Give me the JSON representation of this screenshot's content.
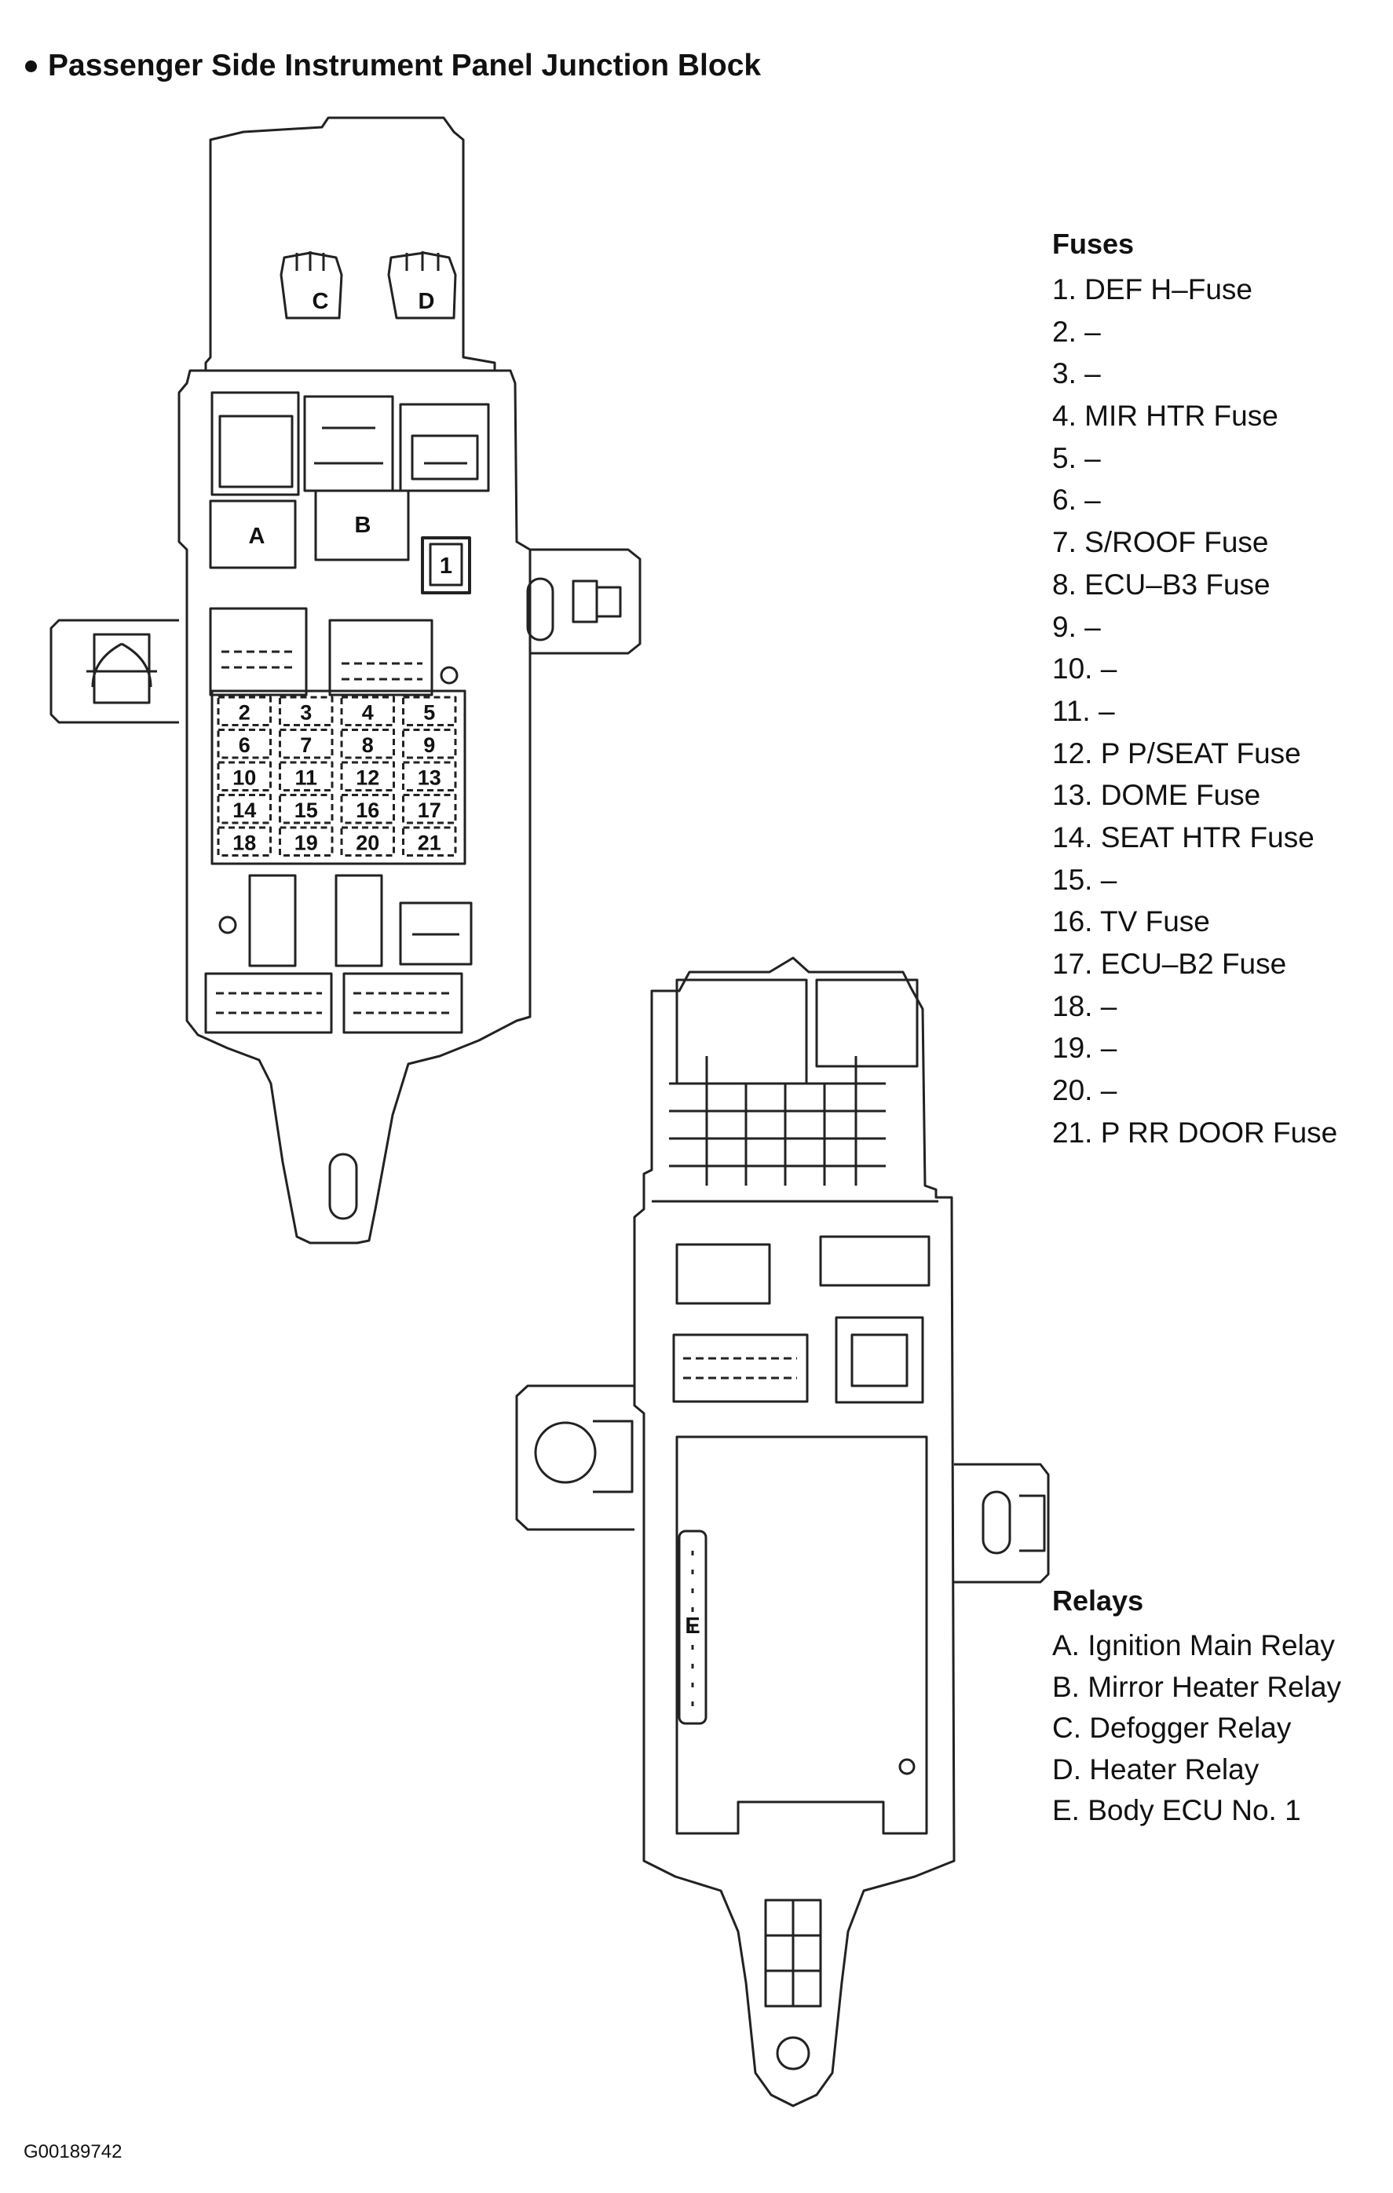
{
  "title": "Passenger Side Instrument Panel Junction Block",
  "fuses": {
    "heading": "Fuses",
    "items": [
      "1. DEF H–Fuse",
      "2. –",
      "3. –",
      "4. MIR HTR Fuse",
      "5. –",
      "6. –",
      "7. S/ROOF Fuse",
      "8. ECU–B3 Fuse",
      "9. –",
      "10. –",
      "11. –",
      "12. P P/SEAT Fuse",
      "13. DOME Fuse",
      "14. SEAT HTR Fuse",
      "15. –",
      "16. TV Fuse",
      "17. ECU–B2 Fuse",
      "18. –",
      "19. –",
      "20. –",
      "21. P RR DOOR Fuse"
    ]
  },
  "relays": {
    "heading": "Relays",
    "items": [
      "A. Ignition Main Relay",
      "B. Mirror Heater Relay",
      "C. Defogger Relay",
      "D. Heater Relay",
      "E. Body ECU No. 1"
    ]
  },
  "diagram_labels": {
    "relay_a": "A",
    "relay_b": "B",
    "relay_c": "C",
    "relay_d": "D",
    "relay_e": "E",
    "fuse_1": "1",
    "fuse_grid": [
      [
        "2",
        "3",
        "4",
        "5"
      ],
      [
        "6",
        "7",
        "8",
        "9"
      ],
      [
        "10",
        "11",
        "12",
        "13"
      ],
      [
        "14",
        "15",
        "16",
        "17"
      ],
      [
        "18",
        "19",
        "20",
        "21"
      ]
    ]
  },
  "doc_id": "G00189742"
}
